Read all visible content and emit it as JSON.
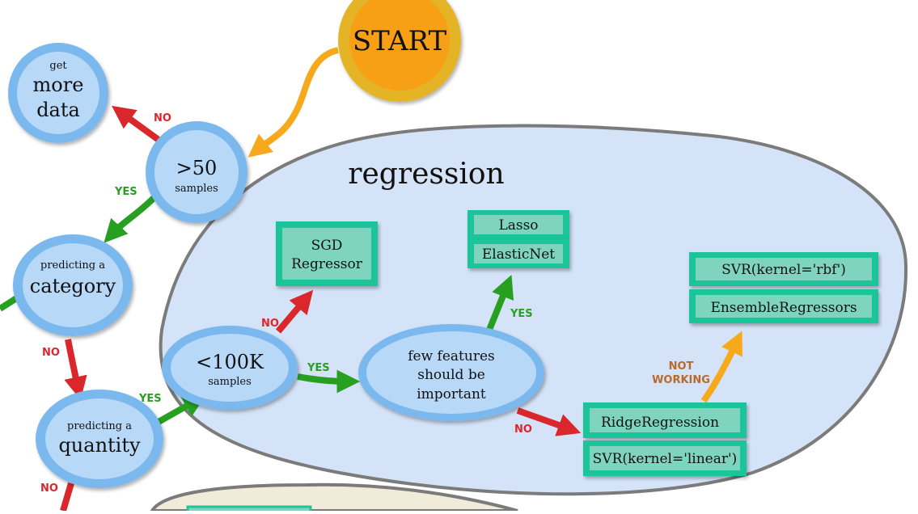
{
  "start": {
    "label": "START"
  },
  "regions": {
    "regression": {
      "label": "regression"
    }
  },
  "decisions": {
    "get_more_data": {
      "small": "get",
      "line1": "more",
      "line2": "data"
    },
    "over_50": {
      "main": ">50",
      "sub": "samples"
    },
    "predicting_category": {
      "small": "predicting a",
      "main": "category"
    },
    "predicting_quantity": {
      "small": "predicting a",
      "main": "quantity"
    },
    "under_100k": {
      "main": "<100K",
      "sub": "samples"
    },
    "few_features": {
      "line1": "few features",
      "line2": "should be",
      "line3": "important"
    }
  },
  "estimators": {
    "sgd_regressor": {
      "line1": "SGD",
      "line2": "Regressor"
    },
    "lasso": "Lasso",
    "elasticnet": "ElasticNet",
    "svr_rbf": "SVR(kernel='rbf')",
    "ensemble_regressors": "EnsembleRegressors",
    "ridge_regression": "RidgeRegression",
    "svr_linear": "SVR(kernel='linear')"
  },
  "edge_labels": {
    "no_more_data": "NO",
    "yes_samples": "YES",
    "no_category": "NO",
    "yes_quantity": "YES",
    "no_quantity": "NO",
    "no_sgd": "NO",
    "yes_100k": "YES",
    "yes_lasso": "YES",
    "no_ridge": "NO",
    "not_working_1": "NOT",
    "not_working_2": "WORKING"
  },
  "colors": {
    "start_fill": "#f7a019",
    "start_ring": "#e5b428",
    "node_fill": "#b8d8f8",
    "node_ring": "#7ab8ee",
    "region_fill": "#d4e3f8",
    "region_stroke": "#7b7b7b",
    "box_fill": "#7fd4bf",
    "box_border": "#1ec49a",
    "yes_green": "#27a022",
    "no_red": "#d9272b",
    "orange": "#f7a91c"
  }
}
